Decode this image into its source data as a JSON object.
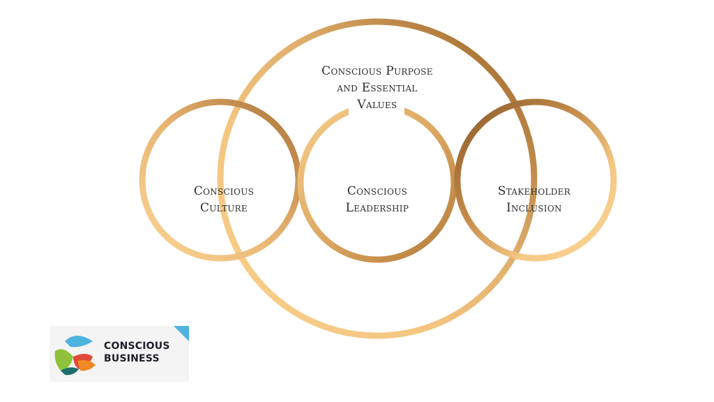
{
  "diagram": {
    "purpose": {
      "line1": "Conscious Purpose",
      "line2": "and Essential",
      "line3": "Values"
    },
    "culture": {
      "line1": "Conscious",
      "line2": "Culture"
    },
    "leadership": {
      "line1": "Conscious",
      "line2": "Leadership"
    },
    "stakeholder": {
      "line1": "Stakeholder",
      "line2": "Inclusion"
    }
  },
  "logo": {
    "line1": "CONSCIOUS",
    "line2": "BUSINESS"
  },
  "colors": {
    "gold_light": "#f8d08c",
    "gold_mid": "#d29a58",
    "gold_dark": "#9a6a34",
    "text": "#2b2b2b",
    "logo_blue": "#4fb3e0",
    "logo_green": "#8fc23a",
    "logo_orange": "#f08a24",
    "logo_red": "#e04a3a",
    "logo_teal": "#1f6e6a"
  }
}
